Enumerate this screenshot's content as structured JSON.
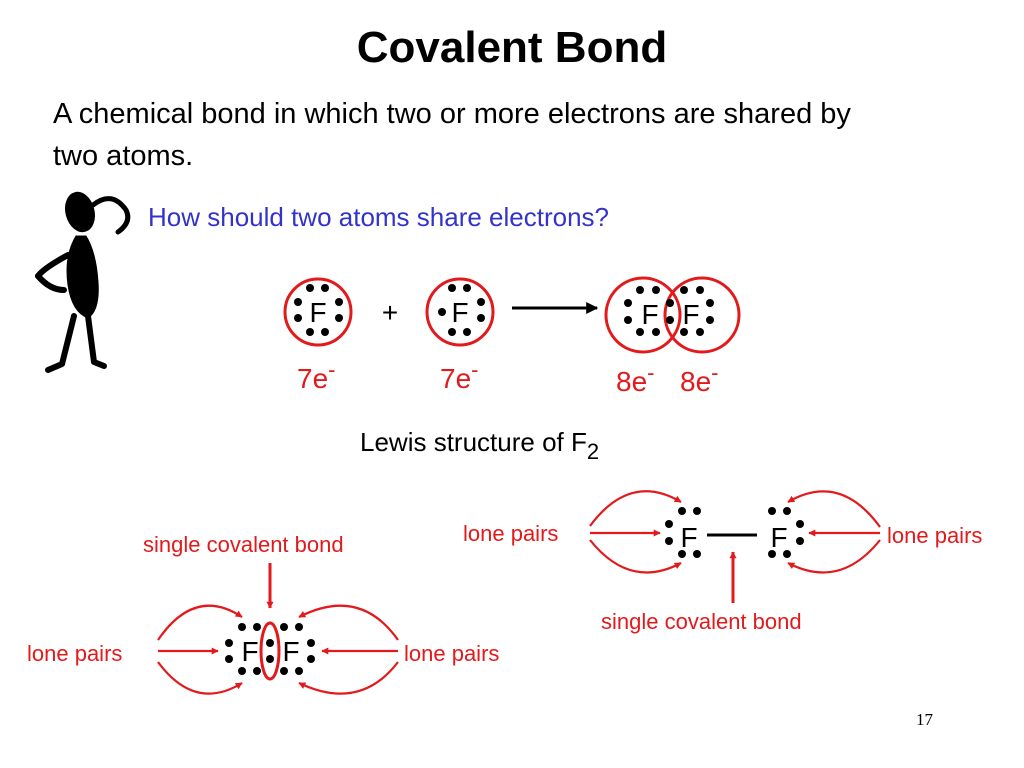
{
  "title": "Covalent Bond",
  "definition": {
    "line1": "A chemical bond in which two or more electrons are shared by",
    "line2": "two atoms."
  },
  "question": "How should two atoms share electrons?",
  "reaction": {
    "atom_symbol": "F",
    "plus": "+",
    "e_main": "7e",
    "e_bonded": "8e",
    "e_sup": "-"
  },
  "lewis_caption": {
    "main": "Lewis structure of F",
    "subscript": "2"
  },
  "labels": {
    "lone_pairs": "lone pairs",
    "single_bond": "single covalent bond"
  },
  "page_number": "17",
  "colors": {
    "red": "#e31a1c",
    "question_blue": "#3333cc",
    "ink": "#000000"
  }
}
